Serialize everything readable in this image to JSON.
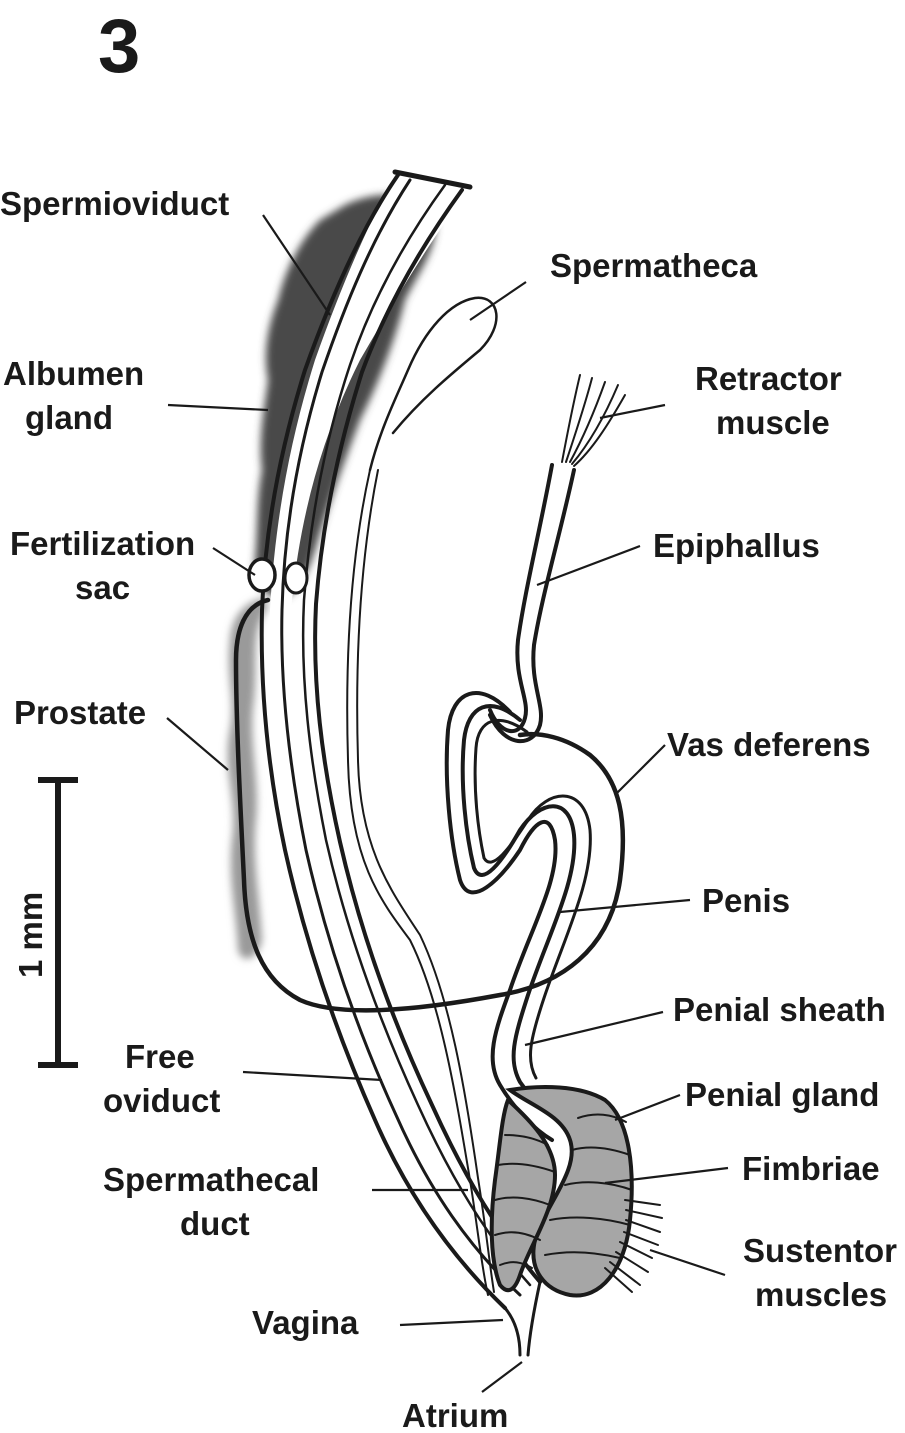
{
  "figure_number": "3",
  "labels": {
    "spermioviduct": "Spermioviduct",
    "albumen_gland_1": "Albumen",
    "albumen_gland_2": "gland",
    "fertilization_sac_1": "Fertilization",
    "fertilization_sac_2": "sac",
    "prostate": "Prostate",
    "scale_bar": "1 mm",
    "free_oviduct_1": "Free",
    "free_oviduct_2": "oviduct",
    "spermathecal_duct_1": "Spermathecal",
    "spermathecal_duct_2": "duct",
    "vagina": "Vagina",
    "atrium": "Atrium",
    "spermatheca": "Spermatheca",
    "retractor_muscle_1": "Retractor",
    "retractor_muscle_2": "muscle",
    "epiphallus": "Epiphallus",
    "vas_deferens": "Vas deferens",
    "penis": "Penis",
    "penial_sheath": "Penial sheath",
    "penial_gland": "Penial gland",
    "fimbriae": "Fimbriae",
    "sustentor_muscles_1": "Sustentor",
    "sustentor_muscles_2": "muscles"
  },
  "colors": {
    "ink": "#1a1a1a",
    "albumen_gland": "#4a4a4a",
    "prostate": "#9a9a9a",
    "penial_gland": "#a6a6a6"
  }
}
